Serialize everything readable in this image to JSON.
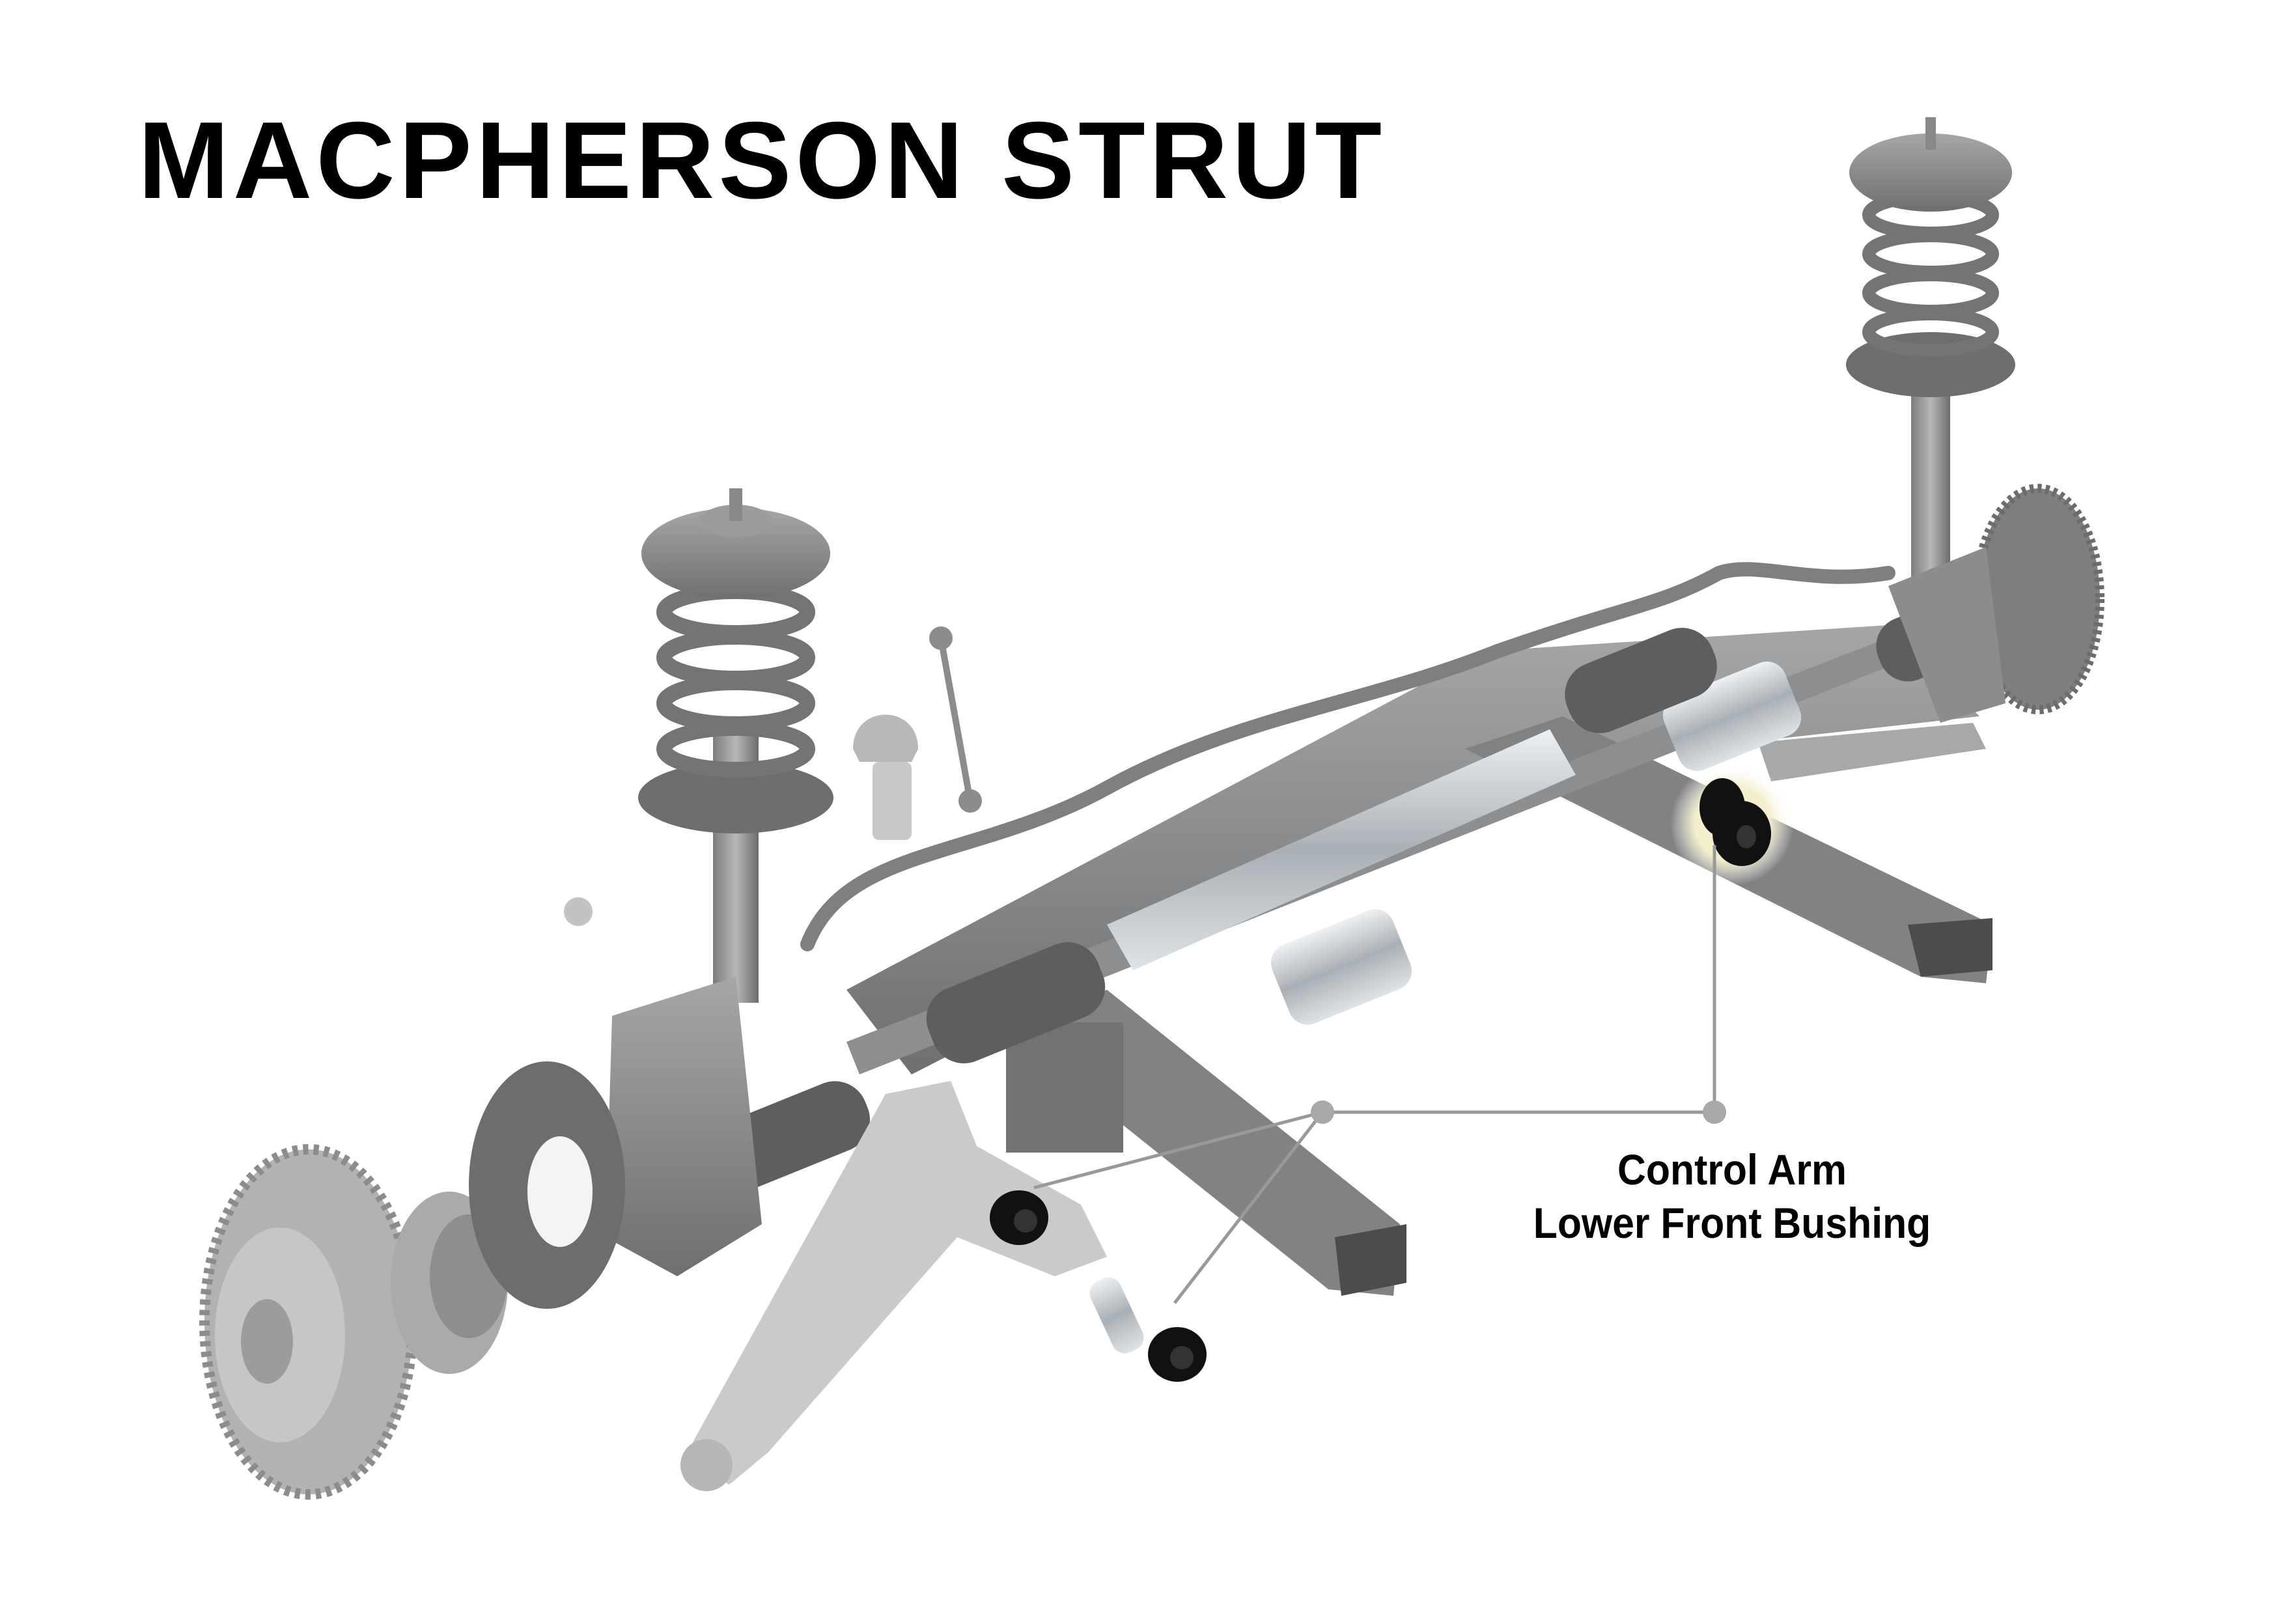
{
  "title": "MACPHERSON STRUT",
  "callout": {
    "line1": "Control Arm",
    "line2": "Lower Front Bushing"
  },
  "colors": {
    "part_gray": "#8a8c8e",
    "dark_gray": "#5f6163",
    "light_gray": "#c9cbcd",
    "bushing": "#111111",
    "leader_line": "#999999"
  }
}
